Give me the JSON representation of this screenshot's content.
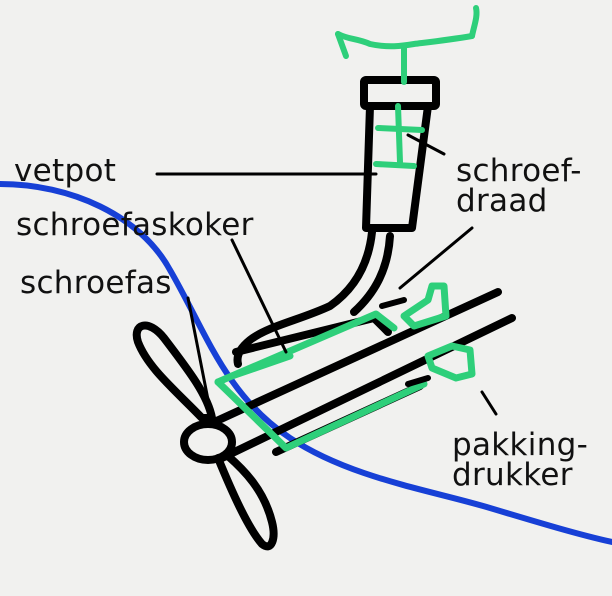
{
  "labels": {
    "vetpot": "vetpot",
    "schroefaskoker": "schroefaskoker",
    "schroefas": "schroefas",
    "schroefdraad_1": "schroef-",
    "schroefdraad_2": "draad",
    "pakkingdrukker_1": "pakking-",
    "pakkingdrukker_2": "drukker"
  },
  "colors": {
    "background": "#f1f1ef",
    "outline": "#000000",
    "highlight": "#2ecf7a",
    "hull": "#1740d6"
  }
}
